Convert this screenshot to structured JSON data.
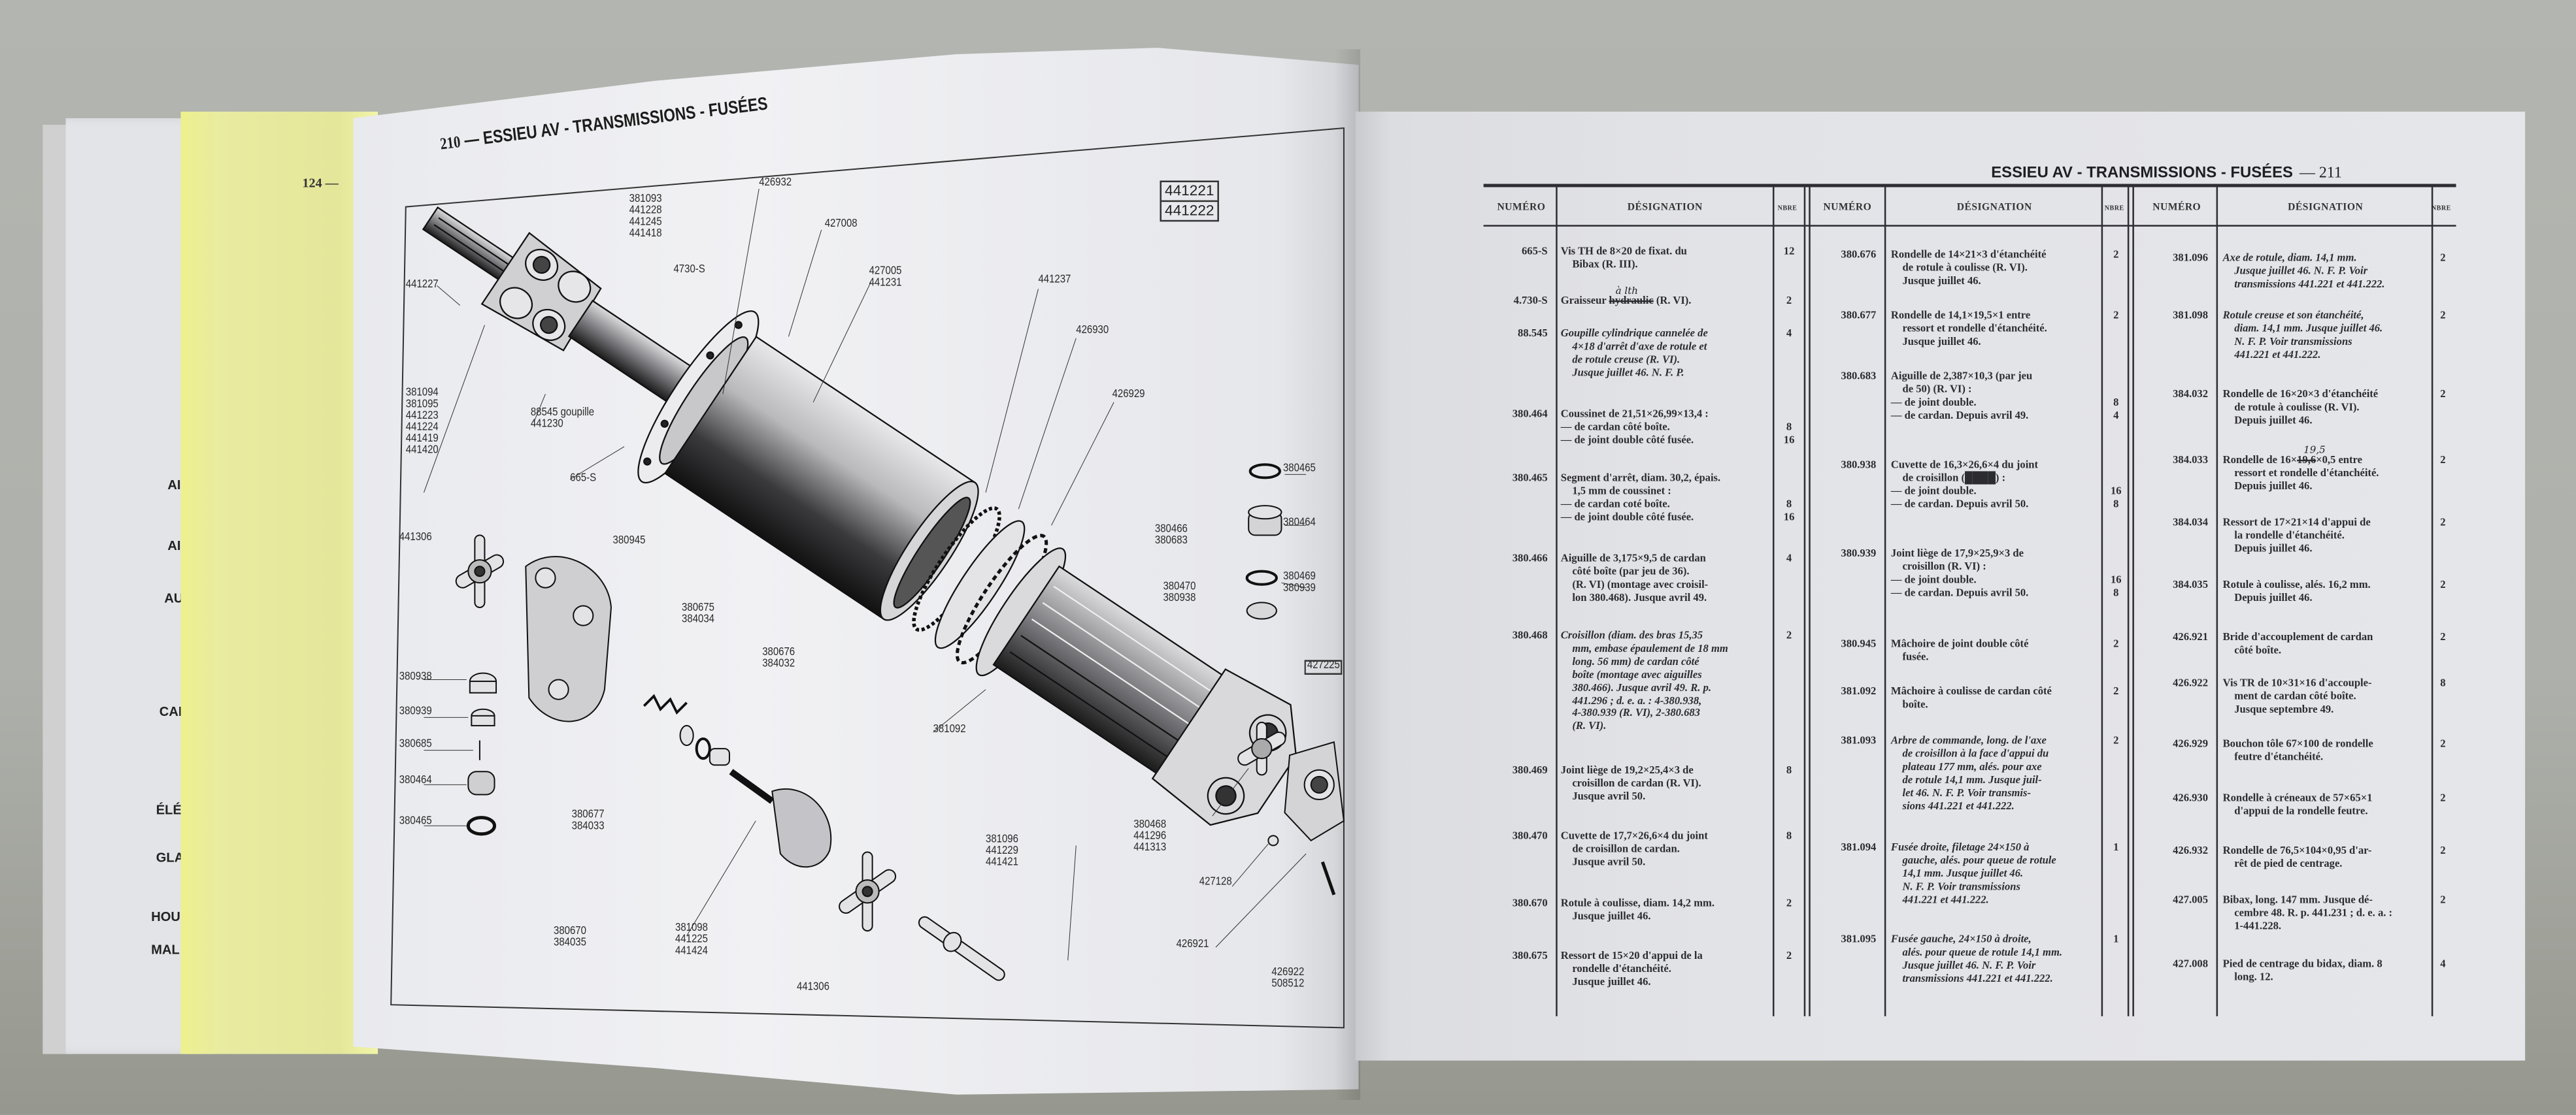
{
  "book": {
    "under_page_labels": [
      "AIL",
      "AIL",
      "AUV",
      "CAI",
      "ÉLÉ",
      "GLA",
      "HOU",
      "MAL"
    ],
    "yellow_page_number": "124 —"
  },
  "left_page": {
    "page_number": "210",
    "title": "— ESSIEU AV - TRANSMISSIONS - FUSÉES",
    "transmission_box": [
      "441221",
      "441222"
    ],
    "labels": [
      "441227",
      "381093\n441228\n441245\n441418",
      "426932",
      "427008",
      "4730-S",
      "427005\n441231",
      "441237",
      "426930",
      "426929",
      "381094\n381095\n441223\n441224\n441419\n441420",
      "88545 goupille\n441230",
      "665-S",
      "441306",
      "380945",
      "380675\n384034",
      "380676\n384032",
      "380938",
      "380939",
      "380685",
      "380464",
      "380465",
      "380677\n384033",
      "380670\n384035",
      "381098\n441225\n441424",
      "441306",
      "381096\n441229\n441421",
      "381092",
      "380466\n380683",
      "380470\n380938",
      "380465",
      "380464",
      "380469\n380939",
      "427225",
      "380468\n441296\n441313",
      "427128",
      "426921",
      "426922\n508512"
    ]
  },
  "right_page": {
    "title": "ESSIEU AV - TRANSMISSIONS - FUSÉES",
    "page_number": "— 211",
    "headers": {
      "numero": "NUMÉRO",
      "designation": "DÉSIGNATION",
      "qty": "NBRE"
    },
    "groups": [
      [
        {
          "num": "665-S",
          "lines": [
            "Vis TH de 8×20 de fixat. du",
            "Bibax (R. III)."
          ],
          "qty": [
            "12"
          ]
        },
        {
          "num": "4.730-S",
          "lines": [
            {
              "pre": "Graisseur ",
              "struck": "hydraulic",
              "note": "à lth",
              "post": " (R. VI)."
            }
          ],
          "qty": [
            "2"
          ]
        },
        {
          "num": "88.545",
          "italic": true,
          "lines": [
            "Goupille cylindrique cannelée de",
            "4×18 d'arrêt d'axe de rotule et",
            "de rotule creuse (R. VI).",
            "Jusque juillet 46. N. F. P."
          ],
          "qty": [
            "4"
          ]
        },
        {
          "num": "380.464",
          "lines": [
            "Coussinet de 21,51×26,99×13,4 :",
            "— de cardan côté boîte.",
            "— de joint double côté fusée."
          ],
          "qty": [
            "",
            "8",
            "16"
          ]
        },
        {
          "num": "380.465",
          "lines": [
            "Segment d'arrêt, diam. 30,2, épais.",
            "1,5 mm de coussinet :",
            "— de cardan coté boîte.",
            "— de joint double côté fusée."
          ],
          "qty": [
            "",
            "",
            "8",
            "16"
          ]
        },
        {
          "num": "380.466",
          "lines": [
            "Aiguille de 3,175×9,5 de cardan",
            "côté boîte (par jeu de 36).",
            "(R. VI) (montage avec croisil-",
            "lon 380.468). Jusque avril 49."
          ],
          "qty": [
            "4"
          ]
        },
        {
          "num": "380.468",
          "italic": true,
          "lines": [
            "Croisillon (diam. des bras 15,35",
            "mm, embase épaulement de 18 mm",
            "long. 56 mm) de cardan côté",
            "boîte (montage avec aiguilles",
            "380.466). Jusque avril 49. R. p.",
            "441.296 ; d. e. a. : 4-380.938,",
            "4-380.939 (R. VI), 2-380.683",
            "(R. VI)."
          ],
          "qty": [
            "2"
          ]
        },
        {
          "num": "380.469",
          "lines": [
            "Joint liège de 19,2×25,4×3 de",
            "croisillon de cardan (R. VI).",
            "Jusque avril 50."
          ],
          "qty": [
            "8"
          ]
        },
        {
          "num": "380.470",
          "lines": [
            "Cuvette de 17,7×26,6×4 du joint",
            "de croisillon de cardan.",
            "Jusque avril 50."
          ],
          "qty": [
            "8"
          ]
        },
        {
          "num": "380.670",
          "lines": [
            "Rotule à coulisse, diam. 14,2 mm.",
            "Jusque juillet 46."
          ],
          "qty": [
            "2"
          ]
        },
        {
          "num": "380.675",
          "lines": [
            "Ressort de 15×20 d'appui de la",
            "rondelle d'étanchéité.",
            "Jusque juillet 46."
          ],
          "qty": [
            "2"
          ]
        }
      ],
      [
        {
          "num": "380.676",
          "lines": [
            "Rondelle de 14×21×3 d'étanchéité",
            "de rotule à coulisse (R. VI).",
            "Jusque juillet 46."
          ],
          "qty": [
            "2"
          ]
        },
        {
          "num": "380.677",
          "lines": [
            "Rondelle de 14,1×19,5×1 entre",
            "ressort et rondelle d'étanchéité.",
            "Jusque juillet 46."
          ],
          "qty": [
            "2"
          ]
        },
        {
          "num": "380.683",
          "lines": [
            "Aiguille de 2,387×10,3 (par jeu",
            "de 50) (R. VI) :",
            "— de joint double.",
            "— de cardan. Depuis avril 49."
          ],
          "qty": [
            "",
            "",
            "8",
            "4"
          ]
        },
        {
          "num": "380.938",
          "lines": [
            "Cuvette de 16,3×26,6×4 du joint",
            "de croisillon (████) :",
            "— de joint double.",
            "— de cardan. Depuis avril 50."
          ],
          "qty": [
            "",
            "",
            "16",
            "8"
          ]
        },
        {
          "num": "380.939",
          "lines": [
            "Joint liège de 17,9×25,9×3 de",
            "croisillon (R. VI) :",
            "— de joint double.",
            "— de cardan. Depuis avril 50."
          ],
          "qty": [
            "",
            "",
            "16",
            "8"
          ]
        },
        {
          "num": "380.945",
          "lines": [
            "Mâchoire de joint double côté",
            "fusée."
          ],
          "qty": [
            "2"
          ]
        },
        {
          "num": "381.092",
          "lines": [
            "Mâchoire à coulisse de cardan côté",
            "boîte."
          ],
          "qty": [
            "2"
          ]
        },
        {
          "num": "381.093",
          "italic": true,
          "lines": [
            "Arbre de commande, long. de l'axe",
            "de croisillon à la face d'appui du",
            "plateau 177 mm, alés. pour axe",
            "de rotule 14,1 mm. Jusque juil-",
            "let 46. N. F. P. Voir transmis-",
            "sions 441.221 et 441.222."
          ],
          "qty": [
            "2"
          ]
        },
        {
          "num": "381.094",
          "italic": true,
          "lines": [
            "Fusée droite, filetage 24×150 à",
            "gauche, alés. pour queue de rotule",
            "14,1 mm. Jusque juillet 46.",
            "N. F. P. Voir transmissions",
            "441.221 et 441.222."
          ],
          "qty": [
            "1"
          ]
        },
        {
          "num": "381.095",
          "italic": true,
          "lines": [
            "Fusée gauche, 24×150 à droite,",
            "alés. pour queue de rotule 14,1 mm.",
            "Jusque juillet 46. N. F. P. Voir",
            "transmissions 441.221 et 441.222."
          ],
          "qty": [
            "1"
          ]
        }
      ],
      [
        {
          "num": "381.096",
          "italic": true,
          "lines": [
            "Axe de rotule, diam. 14,1 mm.",
            "Jusque juillet 46. N. F. P. Voir",
            "transmissions 441.221 et 441.222."
          ],
          "qty": [
            "2"
          ]
        },
        {
          "num": "381.098",
          "italic": true,
          "lines": [
            "Rotule creuse et son étanchéité,",
            "diam. 14,1 mm. Jusque juillet 46.",
            "N. F. P. Voir transmissions",
            "441.221 et 441.222."
          ],
          "qty": [
            "2"
          ]
        },
        {
          "num": "384.032",
          "lines": [
            "Rondelle de 16×20×3 d'étanchéité",
            "de rotule à coulisse (R. VI).",
            "Depuis juillet 46."
          ],
          "qty": [
            "2"
          ]
        },
        {
          "num": "384.033",
          "lines": [
            {
              "pre": "Rondelle de 16×",
              "struck": "19,6",
              "note": "19,5",
              "post": "×0,5 entre"
            },
            "ressort et rondelle d'étanchéité.",
            "Depuis juillet 46."
          ],
          "qty": [
            "2"
          ]
        },
        {
          "num": "384.034",
          "lines": [
            "Ressort de 17×21×14 d'appui de",
            "la rondelle d'étanchéité.",
            "Depuis juillet 46."
          ],
          "qty": [
            "2"
          ]
        },
        {
          "num": "384.035",
          "lines": [
            "Rotule à coulisse, alés. 16,2 mm.",
            "Depuis juillet 46."
          ],
          "qty": [
            "2"
          ]
        },
        {
          "num": "426.921",
          "lines": [
            "Bride d'accouplement de cardan",
            "côté boîte."
          ],
          "qty": [
            "2"
          ]
        },
        {
          "num": "426.922",
          "lines": [
            "Vis TR de 10×31×16 d'accouple-",
            "ment de cardan côté boîte.",
            "Jusque septembre 49."
          ],
          "qty": [
            "8"
          ]
        },
        {
          "num": "426.929",
          "lines": [
            "Bouchon tôle 67×100 de rondelle",
            "feutre d'étanchéité."
          ],
          "qty": [
            "2"
          ]
        },
        {
          "num": "426.930",
          "lines": [
            "Rondelle à créneaux de 57×65×1",
            "d'appui de la rondelle feutre."
          ],
          "qty": [
            "2"
          ]
        },
        {
          "num": "426.932",
          "lines": [
            "Rondelle de 76,5×104×0,95 d'ar-",
            "rêt de pied de centrage."
          ],
          "qty": [
            "2"
          ]
        },
        {
          "num": "427.005",
          "lines": [
            "Bibax, long. 147 mm. Jusque dé-",
            "cembre 48. R. p. 441.231 ; d. e. a. :",
            "1-441.228."
          ],
          "qty": [
            "2"
          ]
        },
        {
          "num": "427.008",
          "lines": [
            "Pied de centrage du bidax, diam. 8",
            "long. 12."
          ],
          "qty": [
            "4"
          ]
        }
      ]
    ]
  }
}
